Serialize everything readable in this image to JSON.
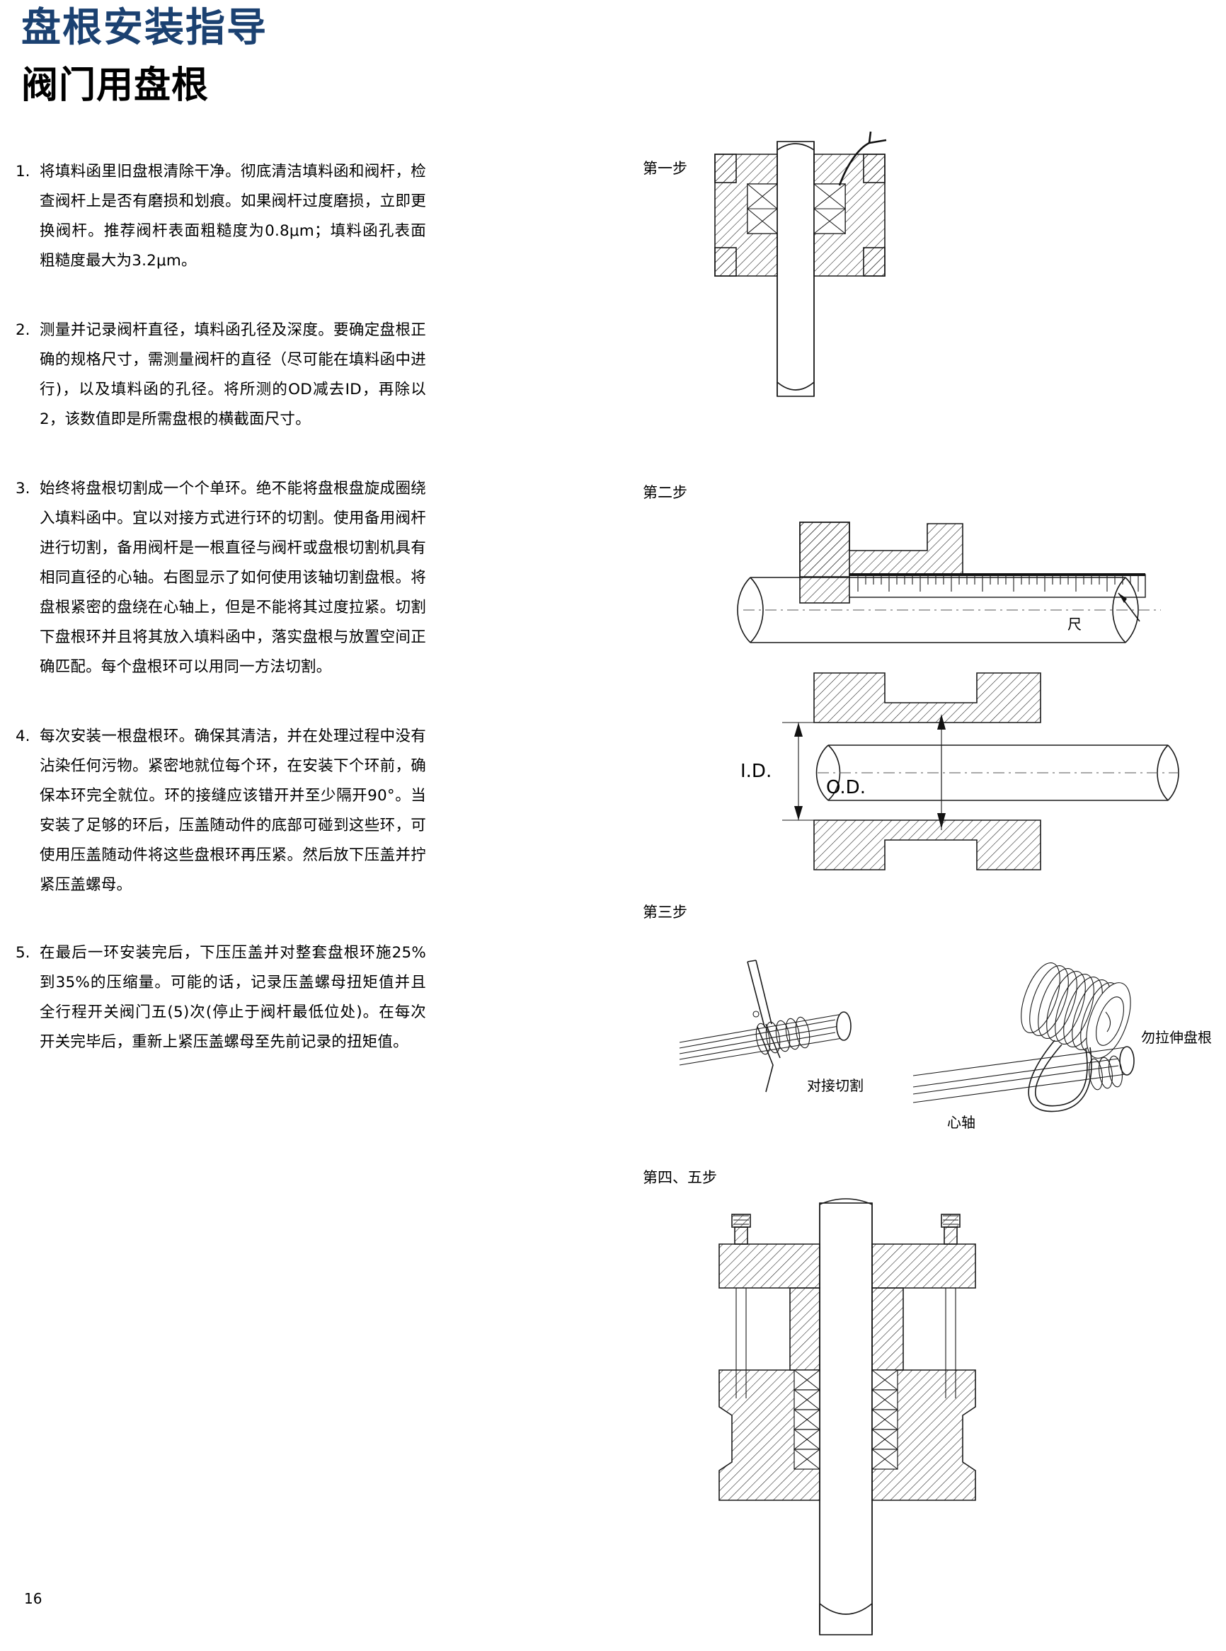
{
  "document": {
    "title_main": "盘根安装指导",
    "title_sub": "阀门用盘根",
    "page_number": "16",
    "accent_color": "#1b4171"
  },
  "steps": [
    {
      "number": "1.",
      "text": "将填料函里旧盘根清除干净。彻底清洁填料函和阀杆，检查阀杆上是否有磨损和划痕。如果阀杆过度磨损，立即更换阀杆。推荐阀杆表面粗糙度为0.8μm；填料函孔表面粗糙度最大为3.2μm。"
    },
    {
      "number": "2.",
      "text": "测量并记录阀杆直径，填料函孔径及深度。要确定盘根正确的规格尺寸，需测量阀杆的直径（尽可能在填料函中进行)，以及填料函的孔径。将所测的OD减去ID，再除以2，该数值即是所需盘根的横截面尺寸。"
    },
    {
      "number": "3.",
      "text": "始终将盘根切割成一个个单环。绝不能将盘根盘旋成圈绕入填料函中。宜以对接方式进行环的切割。使用备用阀杆进行切割，备用阀杆是一根直径与阀杆或盘根切割机具有相同直径的心轴。右图显示了如何使用该轴切割盘根。将盘根紧密的盘绕在心轴上，但是不能将其过度拉紧。切割下盘根环并且将其放入填料函中，落实盘根与放置空间正确匹配。每个盘根环可以用同一方法切割。"
    },
    {
      "number": "4.",
      "text": "每次安装一根盘根环。确保其清洁，并在处理过程中没有沾染任何污物。紧密地就位每个环，在安装下个环前，确保本环完全就位。环的接缝应该错开并至少隔开90°。当安装了足够的环后，压盖随动件的底部可碰到这些环，可使用压盖随动件将这些盘根环再压紧。然后放下压盖并拧紧压盖螺母。"
    },
    {
      "number": "5.",
      "text": "在最后一环安装完后，下压压盖并对整套盘根环施25%到35%的压缩量。可能的话，记录压盖螺母扭矩值并且全行程开关阀门五(5)次(停止于阀杆最低位处)。在每次开关完毕后，重新上紧压盖螺母至先前记录的扭矩值。"
    }
  ],
  "figures": {
    "step1_label": "第一步",
    "step2_label": "第二步",
    "step3_label": "第三步",
    "step45_label": "第四、五步",
    "ruler_caption": "尺",
    "id_caption": "I.D.",
    "od_caption": "O.D.",
    "butt_cut_caption": "对接切割",
    "do_not_stretch_caption": "勿拉伸盘根",
    "mandrel_caption": "心轴"
  }
}
